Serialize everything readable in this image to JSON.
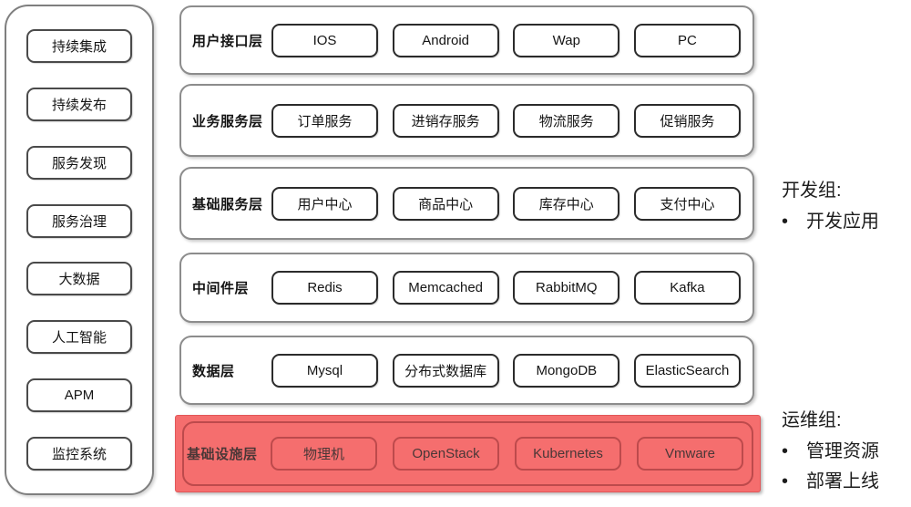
{
  "sidebar": {
    "items": [
      "持续集成",
      "持续发布",
      "服务发现",
      "服务治理",
      "大数据",
      "人工智能",
      "APM",
      "监控系统"
    ]
  },
  "layers": [
    {
      "name": "用户接口层",
      "boxes": [
        "IOS",
        "Android",
        "Wap",
        "PC"
      ],
      "highlighted": false
    },
    {
      "name": "业务服务层",
      "boxes": [
        "订单服务",
        "进销存服务",
        "物流服务",
        "促销服务"
      ],
      "highlighted": false
    },
    {
      "name": "基础服务层",
      "boxes": [
        "用户中心",
        "商品中心",
        "库存中心",
        "支付中心"
      ],
      "highlighted": false
    },
    {
      "name": "中间件层",
      "boxes": [
        "Redis",
        "Memcached",
        "RabbitMQ",
        "Kafka"
      ],
      "highlighted": false
    },
    {
      "name": "数据层",
      "boxes": [
        "Mysql",
        "分布式数据库",
        "MongoDB",
        "ElasticSearch"
      ],
      "highlighted": false
    },
    {
      "name": "基础设施层",
      "boxes": [
        "物理机",
        "OpenStack",
        "Kubernetes",
        "Vmware"
      ],
      "highlighted": true
    }
  ],
  "annotations": [
    {
      "title": "开发组:",
      "bullets": [
        "开发应用"
      ]
    },
    {
      "title": "运维组:",
      "bullets": [
        "管理资源",
        "部署上线"
      ]
    }
  ],
  "colors": {
    "layer-border": "#8c8c8c",
    "box-border": "#2b2b2b",
    "hl-fill": "#f56e6e",
    "hl-border": "#e25658",
    "hl-box-border": "#bd4a4c",
    "hl-text": "#4a3737"
  }
}
